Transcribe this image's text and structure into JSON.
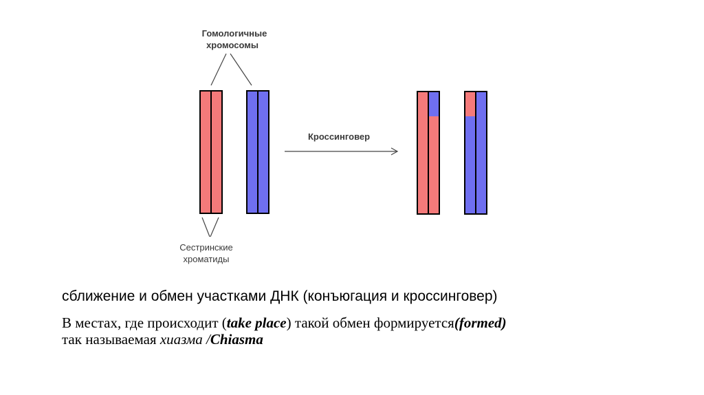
{
  "diagram": {
    "label_homologous_line1": "Гомологичные",
    "label_homologous_line2": "хромосомы",
    "label_crossover": "Кроссинговер",
    "label_sister_line1": "Сестринские",
    "label_sister_line2": "хроматиды",
    "colors": {
      "maternal": "#f47a7a",
      "paternal": "#6f6ff0",
      "outline": "#000000",
      "pointer": "#444444"
    }
  },
  "caption": {
    "line1": "сближение и обмен участками ДНК (конъюгация и кроссинговер)",
    "line2_a": "В местах, где происходит (",
    "line2_b": "take place",
    "line2_c": ") такой обмен формируется",
    "line2_d": "(formed)",
    "line3_a": "так называемая ",
    "line3_b": "хиазма /",
    "line3_c": "Chiasma"
  }
}
